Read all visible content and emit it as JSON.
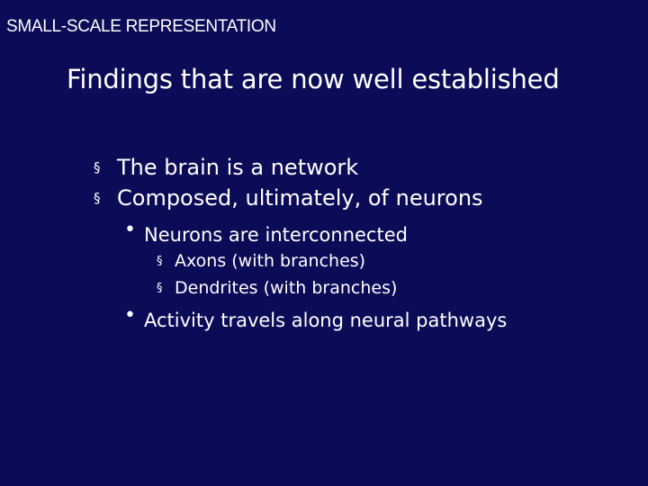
{
  "slide": {
    "section_label": "SMALL-SCALE REPRESENTATION",
    "title": "Findings that are now well established",
    "bullets": [
      {
        "marker": "§",
        "text": "The brain is a network"
      },
      {
        "marker": "§",
        "text": "Composed, ultimately, of neurons"
      },
      {
        "marker": "•",
        "text": "Neurons are interconnected"
      },
      {
        "marker": "§",
        "text": "Axons (with branches)"
      },
      {
        "marker": "§",
        "text": "Dendrites (with branches)"
      },
      {
        "marker": "•",
        "text": "Activity travels along neural pathways"
      }
    ]
  }
}
